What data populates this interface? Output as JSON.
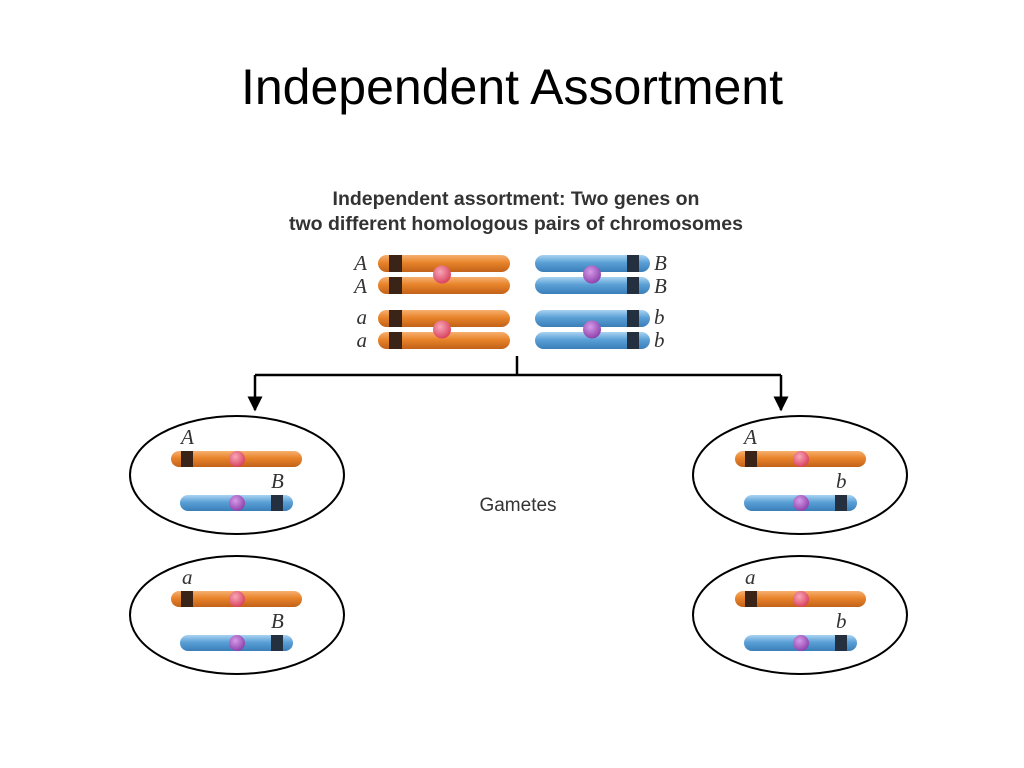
{
  "slide": {
    "title": "Independent Assortment"
  },
  "diagram": {
    "heading_line1": "Independent assortment: Two genes on",
    "heading_line2": "two different homologous pairs of chromosomes",
    "parent_left_labels": [
      "A",
      "A",
      "a",
      "a"
    ],
    "parent_right_labels": [
      "B",
      "B",
      "b",
      "b"
    ],
    "gametes_label": "Gametes",
    "gametes": [
      {
        "gene1": "A",
        "gene2": "B"
      },
      {
        "gene1": "a",
        "gene2": "B"
      },
      {
        "gene1": "A",
        "gene2": "b"
      },
      {
        "gene1": "a",
        "gene2": "b"
      }
    ],
    "colors": {
      "orange_chromosome": "#E8832A",
      "blue_chromosome": "#5AA0D6",
      "band_dark": "#3A2418",
      "orange_centromere": "#E8506A",
      "blue_centromere": "#9B4FB5",
      "line": "#000000"
    }
  }
}
